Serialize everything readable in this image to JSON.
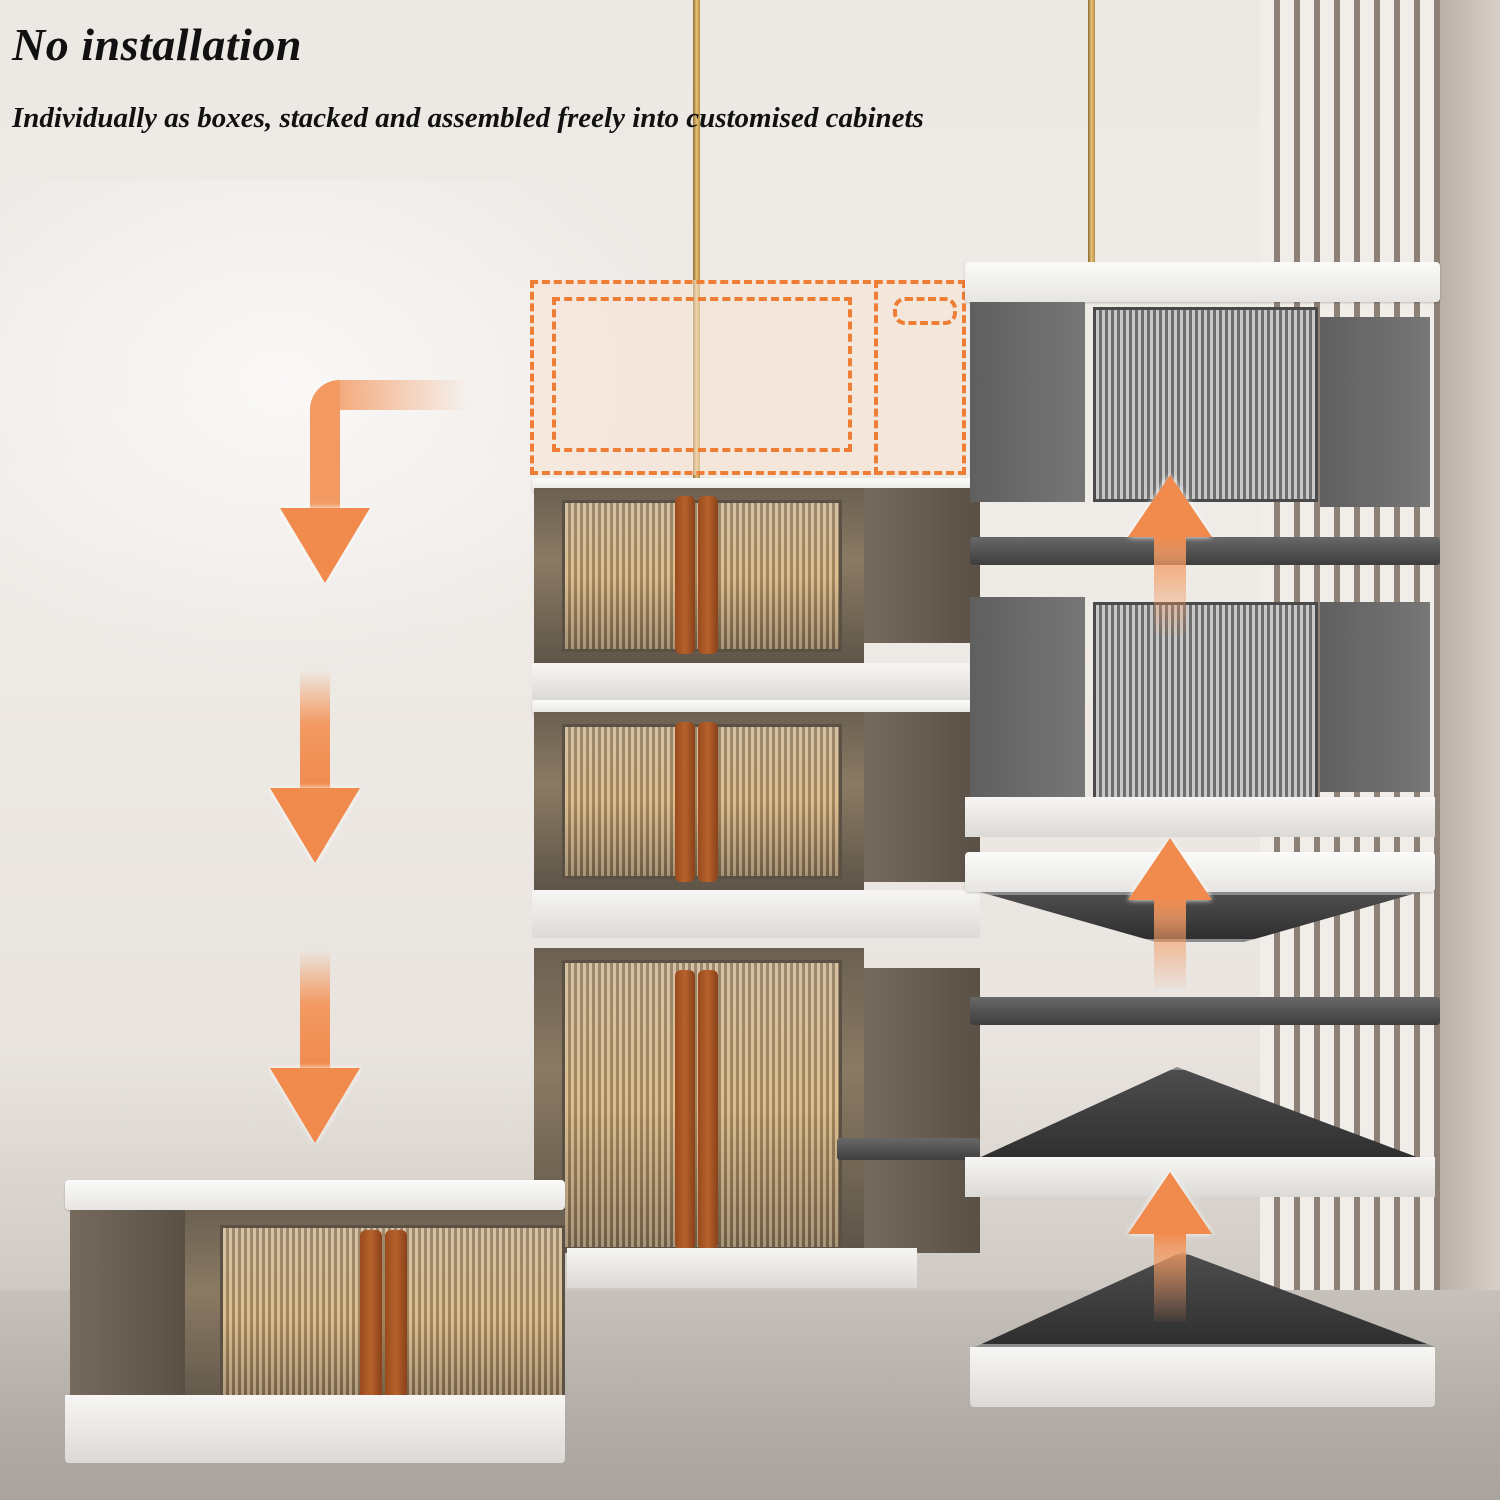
{
  "headline": {
    "title": "No installation",
    "subtitle": "Individually as boxes, stacked and assembled freely into customised cabinets"
  },
  "scene": {
    "description": "Stackable foldable storage box product illustration",
    "left_unit": {
      "label": "single box",
      "door_handle_color": "#a8531f"
    },
    "middle_stack": {
      "boxes": 3,
      "ghost_box": "dashed outline box being added on top"
    },
    "right_stack": {
      "states": [
        "assembled grey box",
        "assembled grey box",
        "folding box",
        "folded panels",
        "flat-packed base"
      ]
    },
    "arrows": {
      "down_count": 3,
      "up_count": 3,
      "color": "#f08a4d"
    }
  },
  "colors": {
    "accent_orange": "#f08a4d",
    "dashed_outline": "#ee7d35",
    "door_handle": "#a8531f",
    "box_tint": "#6b6052",
    "wall": "#ece8e4"
  }
}
